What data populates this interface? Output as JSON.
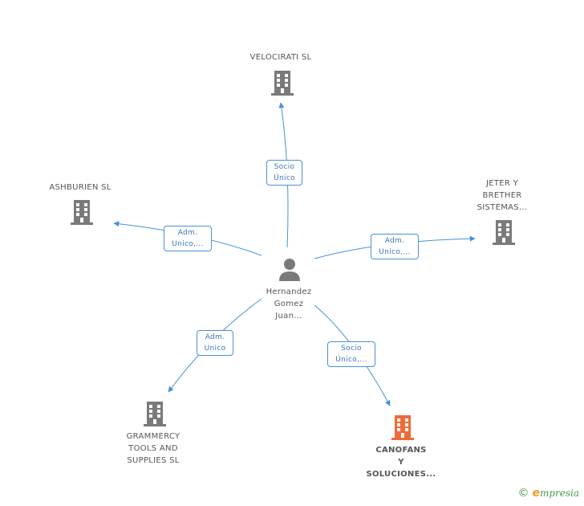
{
  "colors": {
    "edge": "#4a90d9",
    "building_grey": "#7a7a7a",
    "building_highlight": "#ef6a3a",
    "person": "#7a7a7a"
  },
  "center": {
    "label": "Hernandez\nGomez\nJuan..."
  },
  "nodes": [
    {
      "id": "velocirati",
      "label": "VELOCIRATI SL",
      "highlight": false
    },
    {
      "id": "ashburien",
      "label": "ASHBURIEN SL",
      "highlight": false
    },
    {
      "id": "jeter",
      "label": "JETER Y\nBRETHER\nSISTEMAS...",
      "highlight": false
    },
    {
      "id": "grammercy",
      "label": "GRAMMERCY\nTOOLS AND\nSUPPLIES SL",
      "highlight": false
    },
    {
      "id": "canofans",
      "label": "CANOFANS\nY\nSOLUCIONES...",
      "highlight": true
    }
  ],
  "edges": [
    {
      "to": "velocirati",
      "label": "Socio\nÚnico"
    },
    {
      "to": "ashburien",
      "label": "Adm.\nUnico,..."
    },
    {
      "to": "jeter",
      "label": "Adm.\nUnico,..."
    },
    {
      "to": "grammercy",
      "label": "Adm.\nUnico"
    },
    {
      "to": "canofans",
      "label": "Socio\nÚnico,..."
    }
  ],
  "footer": {
    "copyright_symbol": "©",
    "brand_initial": "e",
    "brand_rest": "mpresia"
  }
}
